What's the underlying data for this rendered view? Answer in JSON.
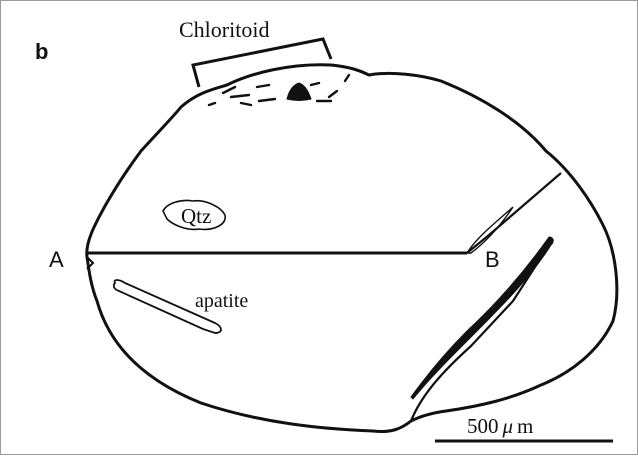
{
  "panel_label": "b",
  "labels": {
    "chloritoid": "Chloritoid",
    "qtz": "Qtz",
    "apatite": "apatite",
    "point_a": "A",
    "point_b": "B"
  },
  "scale_bar": {
    "value": "500",
    "unit_symbol": "μ",
    "unit_suffix": "m"
  },
  "colors": {
    "line": "#111111",
    "background": "#ffffff"
  }
}
